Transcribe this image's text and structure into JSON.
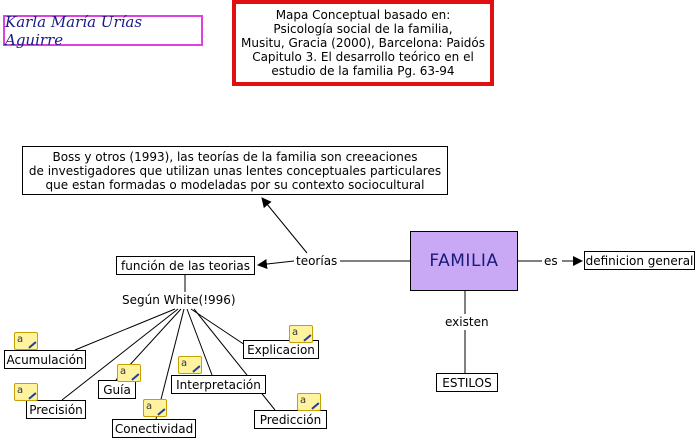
{
  "author": "Karla María Urías Aguirre",
  "source": "Mapa Conceptual basado en:\nPsicología social de la familia,\nMusitu, Gracia (2000), Barcelona: Paidós\nCapitulo 3. El desarrollo teórico en el\nestudio de la familia Pg. 63-94",
  "central": "FAMILIA",
  "links": {
    "teorias": "teorías",
    "es": "es",
    "existen": "existen",
    "segun": "Según White(!996)"
  },
  "concepts": {
    "boss": "Boss y otros (1993), las teorías de la familia son creeaciones\nde investigadores que utilizan unas lentes conceptuales particulares\nque estan formadas o modeladas por su contexto sociocultural",
    "funcion": "función de las teorias",
    "definicion": "definicion general",
    "estilos": "ESTILOS",
    "acumulacion": "Acumulación",
    "precision": "Precisión",
    "guia": "Guía",
    "conectividad": "Conectividad",
    "interpretacion": "Interpretación",
    "explicacion": "Explicacion",
    "prediccion": "Predicción"
  },
  "colors": {
    "central_fill": "#c9a9f5",
    "source_border": "#e01010",
    "author_border": "#e040e0",
    "author_text": "#1a1a8a"
  },
  "icons": [
    "note-icon"
  ]
}
